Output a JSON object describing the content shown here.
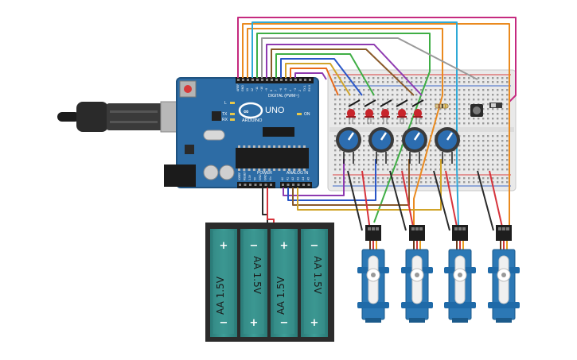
{
  "board": {
    "brand": "ARDUINO",
    "model": "UNO",
    "digital_header": "DIGITAL (PWM~)",
    "analog_header": "ANALOG IN",
    "power_header": "POWER",
    "led_l": "L",
    "led_tx": "TX",
    "led_rx": "RX",
    "led_on": "ON",
    "digital_pins": [
      "AREF",
      "GND",
      "13",
      "12",
      "~11",
      "~10",
      "~9",
      "8",
      "7",
      "~6",
      "~5",
      "4",
      "~3",
      "2",
      "TX 1",
      "RX 0"
    ],
    "power_pins": [
      "IOREF",
      "RESET",
      "3.3V",
      "5V",
      "GND",
      "GND",
      "Vin"
    ],
    "analog_pins": [
      "A0",
      "A1",
      "A2",
      "A3",
      "A4",
      "A5"
    ]
  },
  "battery": {
    "cells": [
      {
        "label": "AA 1.5V",
        "top_sign": "+",
        "bottom_sign": "−"
      },
      {
        "label": "AA 1.5V",
        "top_sign": "−",
        "bottom_sign": "+"
      },
      {
        "label": "AA 1.5V",
        "top_sign": "+",
        "bottom_sign": "−"
      },
      {
        "label": "AA 1.5V",
        "top_sign": "−",
        "bottom_sign": "+"
      }
    ]
  },
  "parts": {
    "potentiometer_count": 4,
    "servo_count": 4,
    "led_count": 5
  },
  "colors": {
    "board": "#2d6ca5",
    "board_dark": "#1f527f",
    "breadboard": "#e9e9e9",
    "battery_case": "#2b2b2b",
    "cell": "#2f7f7c",
    "cell_light": "#41a7a0",
    "servo": "#2c78b5",
    "pot": "#2c6db0",
    "led": "#c8242b",
    "rail_red": "#d94040",
    "rail_blue": "#3b68c8"
  },
  "wire_colors": [
    "#c52a7f",
    "#ea8a1f",
    "#2fa9d6",
    "#d1a42a",
    "#3fae45",
    "#9a9a9a",
    "#8e3ab0",
    "#2a56c7",
    "#e86a1a",
    "#8a5a2a",
    "#2b2b2b",
    "#d6343c"
  ]
}
